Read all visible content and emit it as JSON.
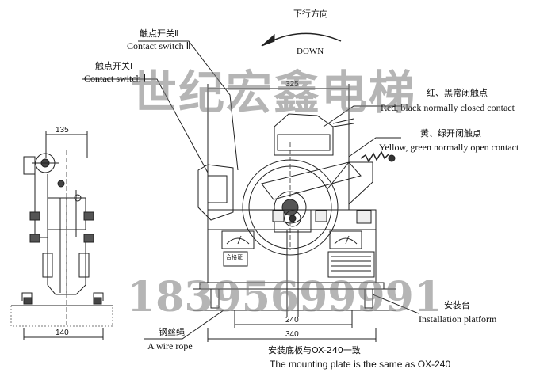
{
  "direction": {
    "cn": "下行方向",
    "en": "DOWN"
  },
  "contact_switch_2": {
    "cn": "触点开关Ⅱ",
    "en": "Contact switch Ⅱ"
  },
  "contact_switch_1": {
    "cn": "触点开关Ⅰ",
    "en": "Contact switch Ⅰ"
  },
  "normally_closed": {
    "cn": "红、黑常闭触点",
    "en": "Red, black normally closed contact"
  },
  "normally_open": {
    "cn": "黄、绿开闭触点",
    "en": "Yellow, green normally open contact"
  },
  "installation_platform": {
    "cn": "安装台",
    "en": "Installation platform"
  },
  "wire_rope": {
    "cn": "钢丝绳",
    "en": "A wire rope"
  },
  "mounting_plate": {
    "cn": "安装底板与OX-240一致",
    "en": "The mounting plate is the same as  OX-240"
  },
  "dimensions": {
    "d135": "135",
    "d140": "140",
    "d240": "240",
    "d340": "340",
    "d325": "325"
  },
  "plate_label": "合格证",
  "watermark": {
    "company": "世纪宏鑫电梯",
    "phone": "18395699991"
  }
}
